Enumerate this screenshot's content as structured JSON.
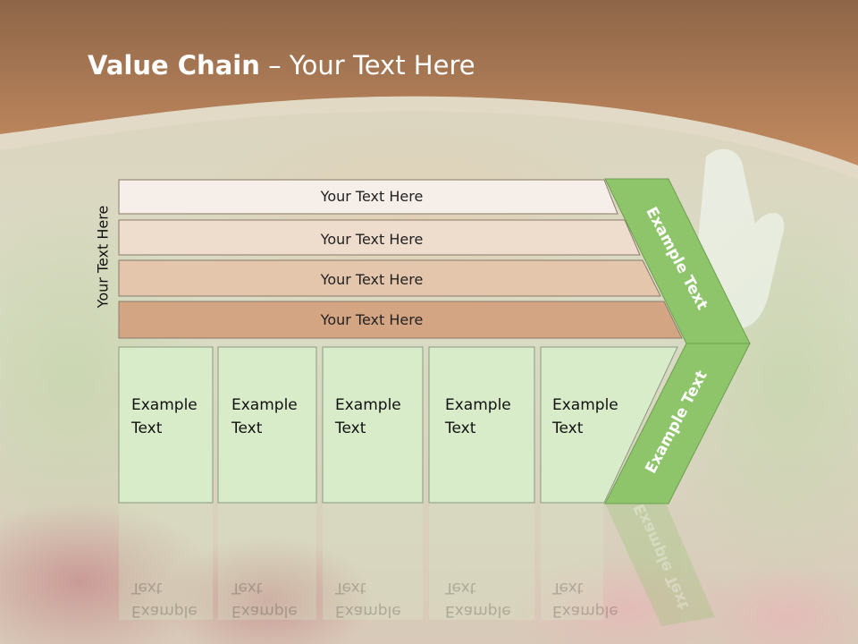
{
  "slide": {
    "title_bold": "Value Chain",
    "title_rest": " – Your Text Here",
    "side_label": "Your Text Here"
  },
  "bars": [
    {
      "label": "Your Text Here",
      "color": "#f6eee8"
    },
    {
      "label": "Your Text Here",
      "color": "#eedccd"
    },
    {
      "label": "Your Text Here",
      "color": "#e4c6ac"
    },
    {
      "label": "Your Text Here",
      "color": "#d4a582"
    }
  ],
  "boxes": [
    {
      "line1": "Example",
      "line2": "Text"
    },
    {
      "line1": "Example",
      "line2": "Text"
    },
    {
      "line1": "Example",
      "line2": "Text"
    },
    {
      "line1": "Example",
      "line2": "Text"
    },
    {
      "line1": "Example",
      "line2": "Text"
    }
  ],
  "arrow": {
    "upper_label": "Example Text",
    "lower_label": "Example Text",
    "color": "#8ec46a"
  },
  "colors": {
    "header": "#b97a52",
    "box_fill": "#d8ecc9",
    "box_stroke": "#8a9a80"
  }
}
